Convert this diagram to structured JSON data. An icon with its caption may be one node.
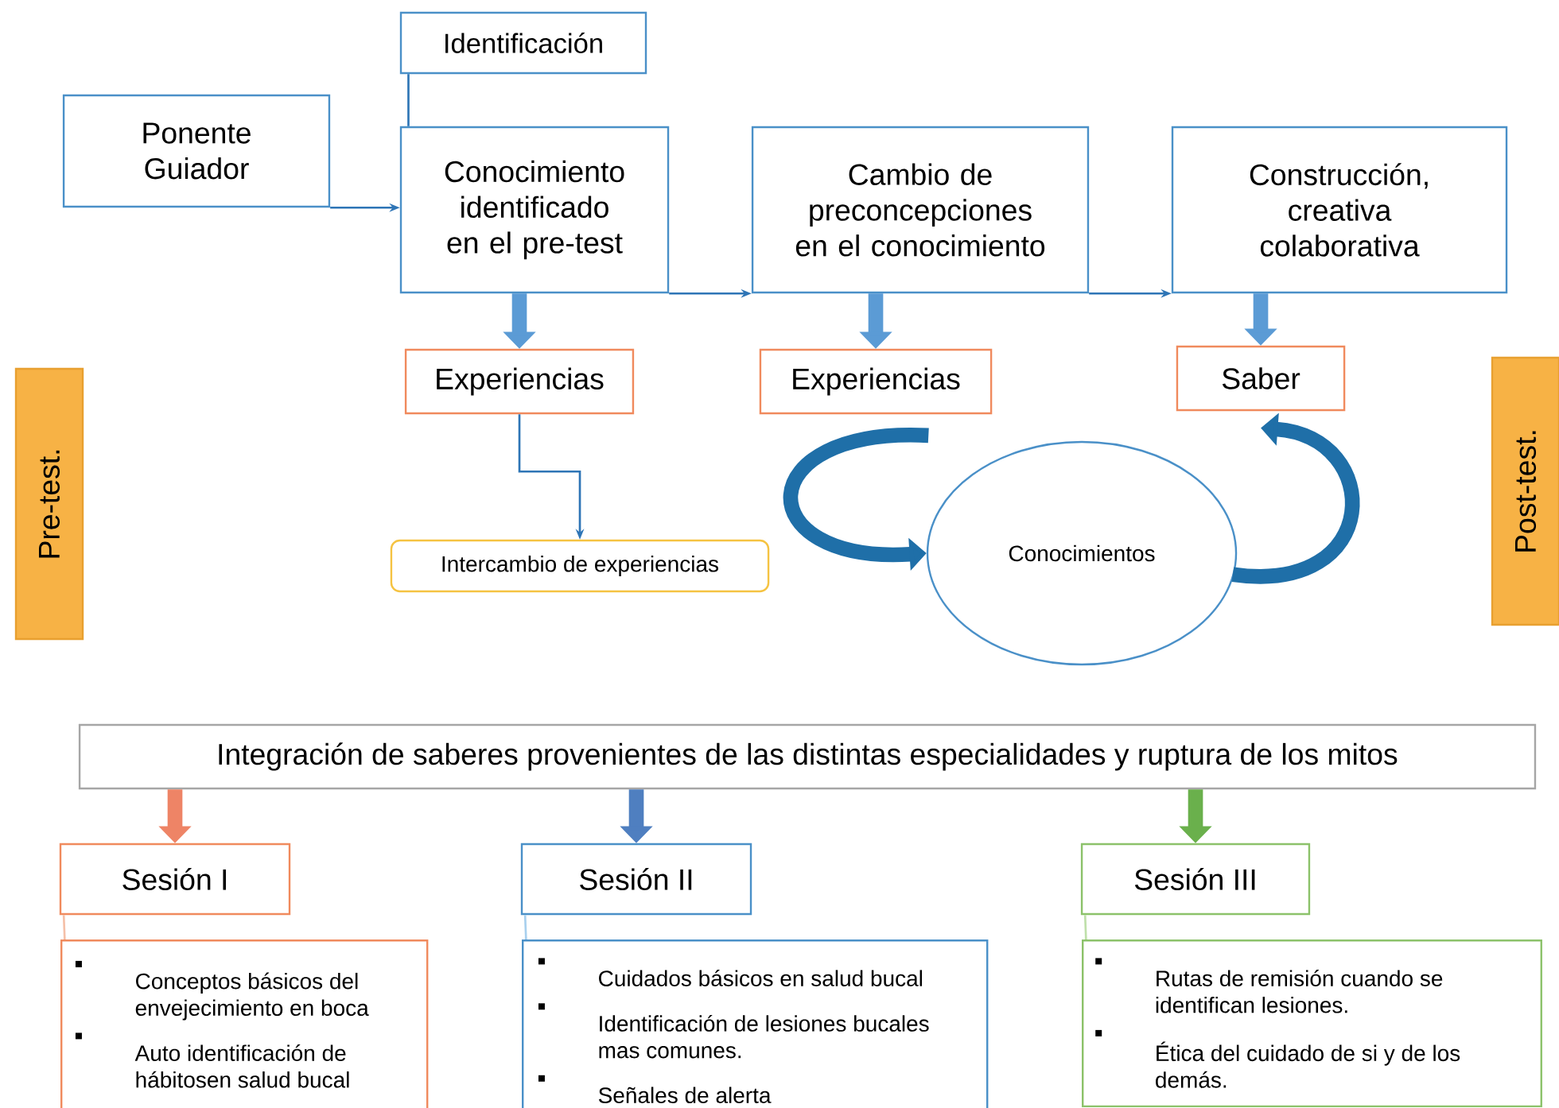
{
  "diagram": {
    "nodes": [
      {
        "text": [
          "Identificación"
        ]
      },
      {
        "text": [
          "Ponente Guiador"
        ]
      },
      {
        "text": [
          "Conocimiento identificado en el pre-test"
        ]
      },
      {
        "text": [
          "Cambio de preconcepciones en el conocimiento"
        ]
      },
      {
        "text": [
          "Construcción, creativa colaborativa"
        ]
      },
      {
        "text": [
          "Experiencias"
        ]
      },
      {
        "text": [
          "Experiencias"
        ]
      },
      {
        "text": [
          "Saber"
        ]
      },
      {
        "text": [
          "Pre-test."
        ]
      },
      {
        "text": [
          "Intercambio de experiencias"
        ]
      },
      {
        "text": [
          "Conocimientos"
        ]
      },
      {
        "text": [
          "Post-test."
        ]
      },
      {
        "text": [
          "Integración de saberes provenientes de las distintas especialidades y ruptura de los mitos"
        ]
      },
      {
        "text": [
          "Sesión I"
        ]
      },
      {
        "text": [
          "Conceptos básicos del envejecimiento en boca",
          "Auto identificación de hábitosen salud bucal"
        ]
      },
      {
        "text": [
          "Sesión II"
        ]
      },
      {
        "text": [
          "Cuidados básicos en salud bucal",
          "Identificación de lesiones bucales mas comunes.",
          "Señales de alerta"
        ]
      },
      {
        "text": [
          "Sesión III"
        ]
      },
      {
        "text": [
          "Rutas de remisión cuando se identifican lesiones.",
          "Ética del cuidado de si y de los demás."
        ]
      }
    ],
    "edges": [
      {
        "from": 0,
        "to": 2,
        "arrow": "none"
      },
      {
        "from": 1,
        "to": 2,
        "arrow": "to"
      },
      {
        "from": 2,
        "to": 3,
        "arrow": "to"
      },
      {
        "from": 3,
        "to": 4,
        "arrow": "to"
      },
      {
        "from": 2,
        "to": 5,
        "arrow": "to",
        "style": "thick",
        "color": "#5b9bd5"
      },
      {
        "from": 3,
        "to": 6,
        "arrow": "to",
        "style": "thick",
        "color": "#5b9bd5"
      },
      {
        "from": 4,
        "to": 7,
        "arrow": "to",
        "style": "thick",
        "color": "#5b9bd5"
      },
      {
        "from": 5,
        "to": 9,
        "arrow": "to"
      },
      {
        "from": 6,
        "to": 10,
        "arrow": "to",
        "style": "thick",
        "color": "#1f6fa8"
      },
      {
        "from": 10,
        "to": 7,
        "arrow": "to",
        "style": "thick",
        "color": "#1f6fa8"
      },
      {
        "from": 12,
        "to": 13,
        "arrow": "to",
        "style": "thick",
        "color": "#ee8466"
      },
      {
        "from": 12,
        "to": 15,
        "arrow": "to",
        "style": "thick",
        "color": "#4f7fc0"
      },
      {
        "from": 12,
        "to": 17,
        "arrow": "to",
        "style": "thick",
        "color": "#6ab04c"
      },
      {
        "from": 13,
        "to": 14,
        "arrow": "none",
        "color": "#f5c0a8"
      },
      {
        "from": 15,
        "to": 16,
        "arrow": "none",
        "color": "#a8d0ee"
      },
      {
        "from": 17,
        "to": 18,
        "arrow": "none",
        "color": "#bfe0aa"
      }
    ]
  }
}
